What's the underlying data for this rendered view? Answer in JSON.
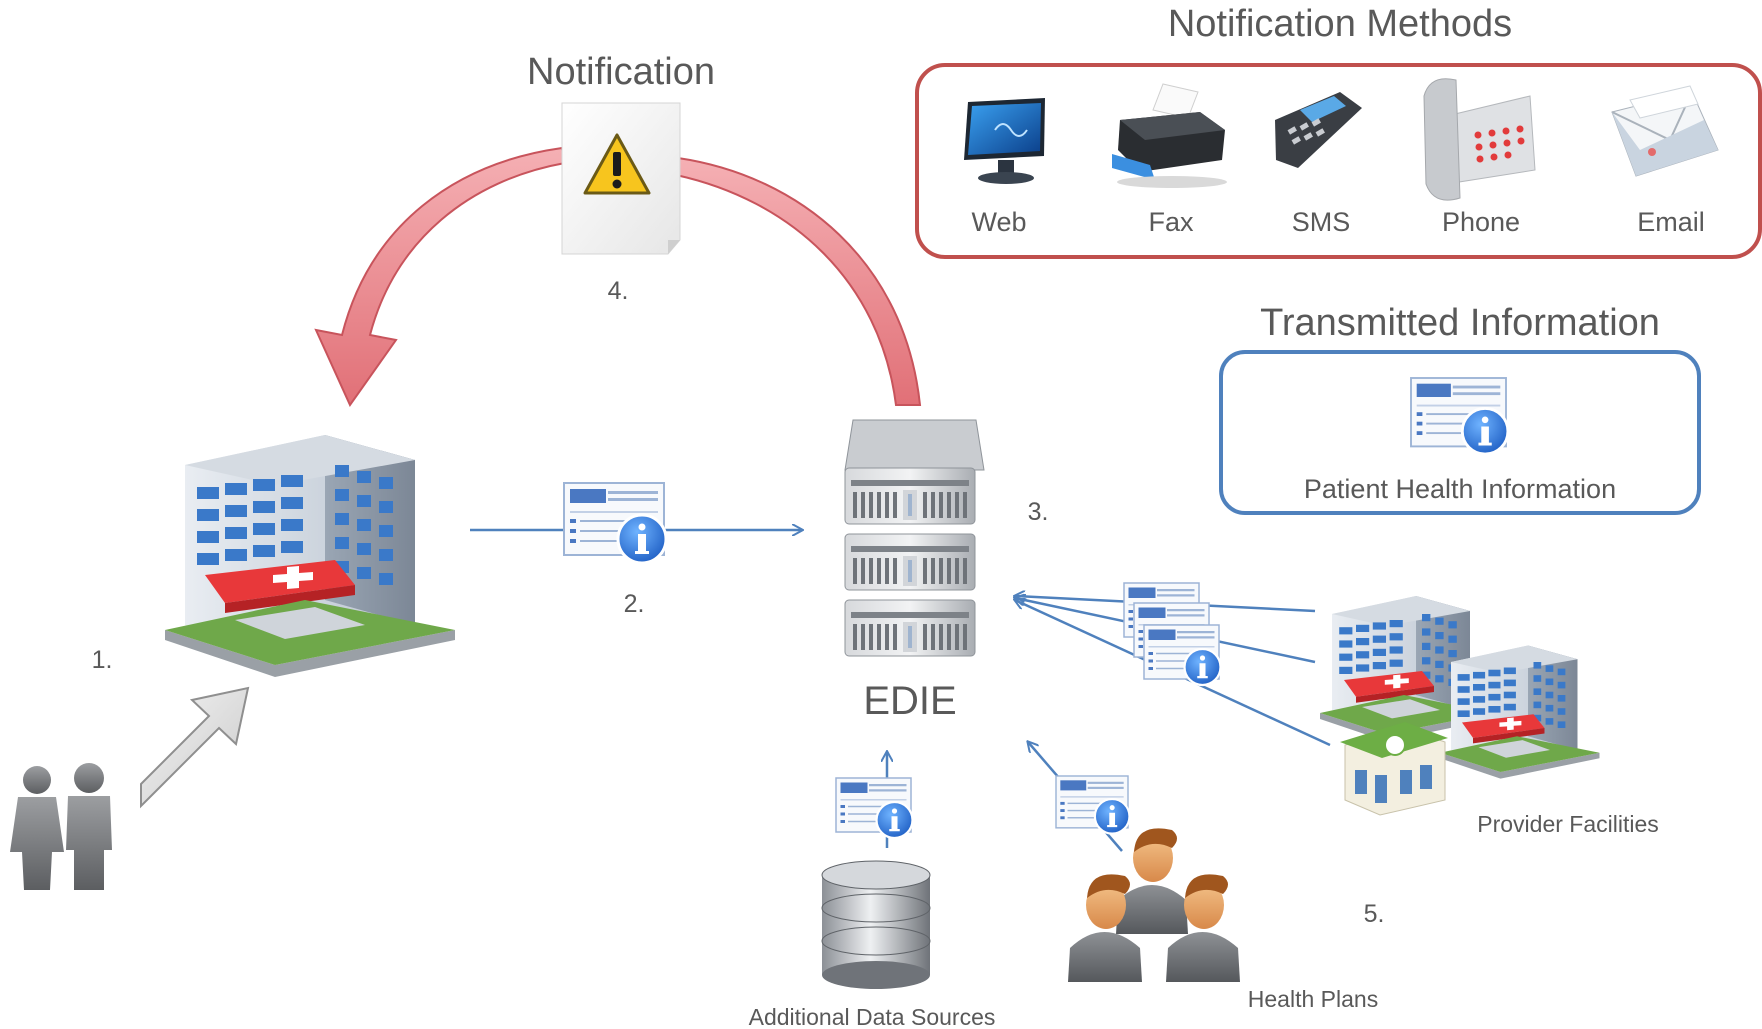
{
  "notification_methods": {
    "title": "Notification Methods",
    "items": [
      {
        "label": "Web",
        "icon": "monitor-icon"
      },
      {
        "label": "Fax",
        "icon": "printer-icon"
      },
      {
        "label": "SMS",
        "icon": "mobile-phone-icon"
      },
      {
        "label": "Phone",
        "icon": "desk-phone-icon"
      },
      {
        "label": "Email",
        "icon": "envelope-icon"
      }
    ],
    "border_color": "#c0504d"
  },
  "transmitted_information": {
    "title": "Transmitted Information",
    "item_label": "Patient Health Information",
    "border_color": "#4f81bd"
  },
  "notification": {
    "label": "Notification",
    "step": "4.",
    "arrow_color": "#e8848a"
  },
  "hub": {
    "label": "EDIE"
  },
  "steps": {
    "s1": "1.",
    "s2": "2.",
    "s3": "3.",
    "s5": "5."
  },
  "sources": {
    "additional_data": "Additional Data Sources",
    "health_plans": "Health Plans",
    "provider_facilities": "Provider Facilities"
  },
  "colors": {
    "flow_line": "#4f81bd",
    "text": "#595959"
  }
}
